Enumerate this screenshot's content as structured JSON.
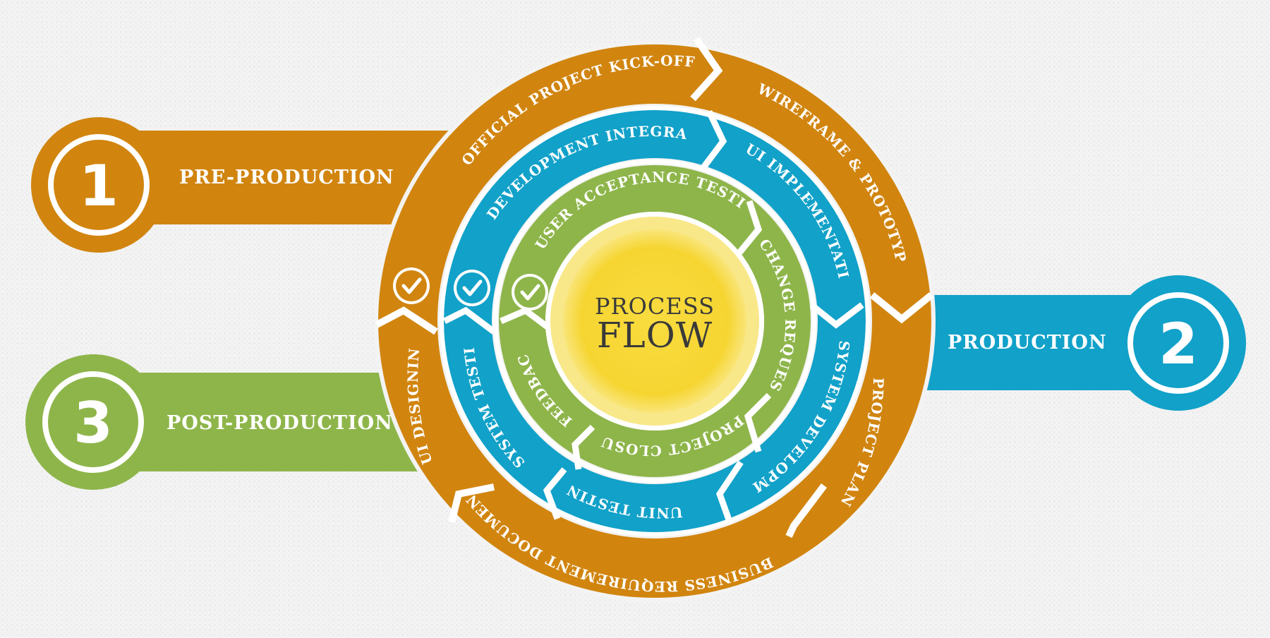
{
  "colors": {
    "orange": "#d1850f",
    "blue": "#11a1c9",
    "green": "#8eb54a",
    "yellow": "#f7d535",
    "background": "#f3f3f3"
  },
  "center": {
    "line1": "PROCESS",
    "line2": "FLOW"
  },
  "phases": [
    {
      "number": "1",
      "label": "PRE-PRODUCTION",
      "color": "#d1850f"
    },
    {
      "number": "2",
      "label": "PRODUCTION",
      "color": "#11a1c9"
    },
    {
      "number": "3",
      "label": "POST-PRODUCTION",
      "color": "#8eb54a"
    }
  ],
  "outer_ring": [
    "OFFICIAL PROJECT KICK-OFF",
    "WIREFRAME & PROTOTYPING",
    "PROJECT PLAN",
    "BUSINESS REQUIREMENT DOCUMENT",
    "UI DESIGNING"
  ],
  "middle_ring": [
    "DEVELOPMENT INTEGRATED",
    "UI IMPLEMENTATION",
    "SYSTEM DEVELOPMENT",
    "UNIT TESTING",
    "SYSTEM TESTING"
  ],
  "inner_ring": [
    "USER ACCEPTANCE TESTING",
    "CHANGE REQUESTS",
    "PROJECT CLOSURE",
    "FEEDBACK"
  ],
  "check_icon": "check-icon"
}
